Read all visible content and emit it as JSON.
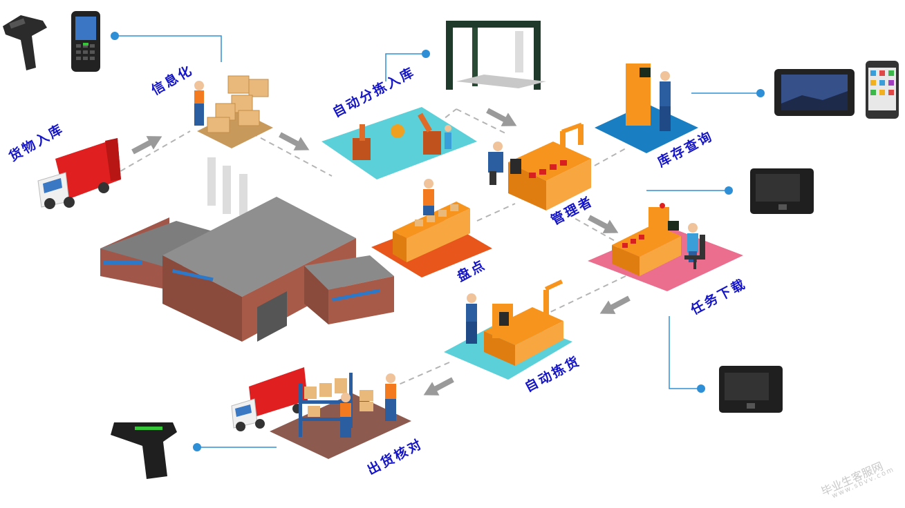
{
  "labels": {
    "goods_in": "货物入库",
    "informatization": "信息化",
    "auto_sort_in": "自动分拣入库",
    "stock_query": "库存查询",
    "manager": "管理者",
    "inventory": "盘点",
    "task_download": "任务下载",
    "auto_pick": "自动拣货",
    "ship_check": "出货核对"
  },
  "watermark": {
    "cn": "毕业生客服网",
    "url": "www.sbvv.com"
  },
  "colors": {
    "label_text": "#1414c8",
    "connector": "#2e8fd6",
    "tile_cyan": "#5cd0d8",
    "tile_blue": "#1a7fc2",
    "tile_orange": "#e8561c",
    "tile_pink": "#ec6e8e",
    "tile_brown": "#8c5a4e",
    "machine_orange": "#f7941d"
  }
}
